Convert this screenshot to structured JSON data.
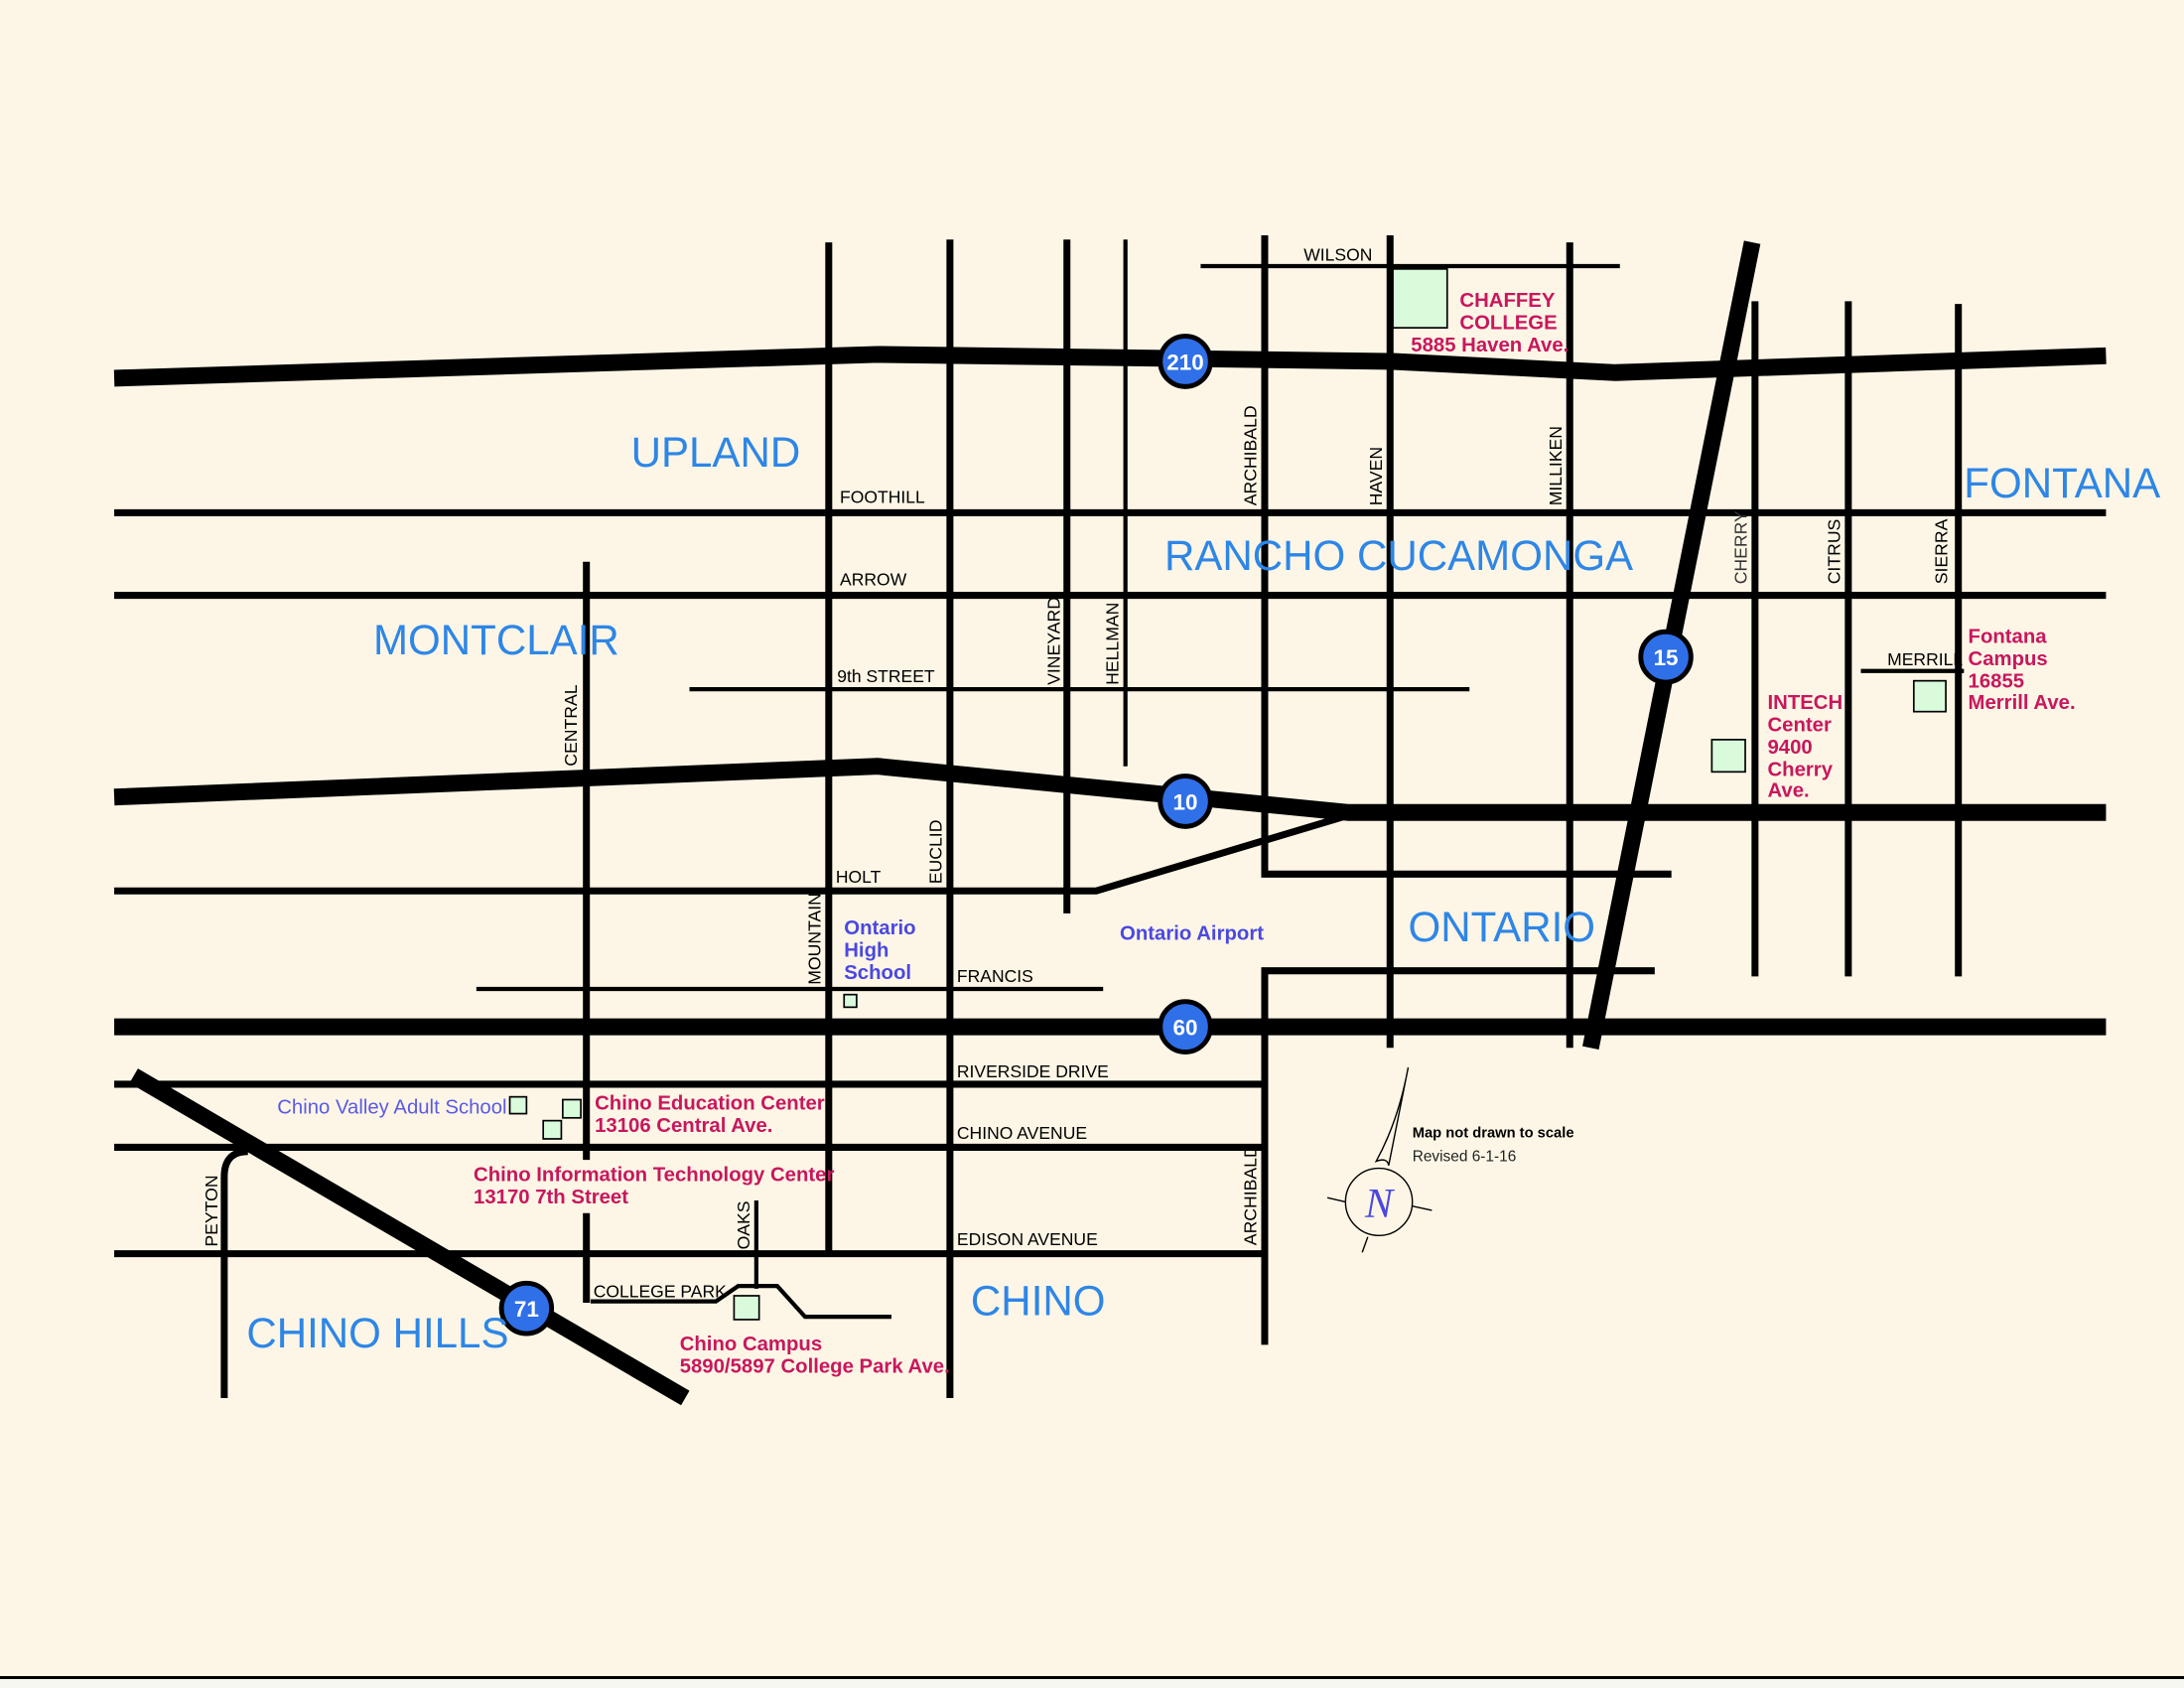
{
  "map": {
    "cities": {
      "upland": "UPLAND",
      "montclair": "MONTCLAIR",
      "rancho_cucamonga": "RANCHO CUCAMONGA",
      "fontana": "FONTANA",
      "ontario": "ONTARIO",
      "chino": "CHINO",
      "chino_hills": "CHINO HILLS"
    },
    "freeways": {
      "i210": "210",
      "i10": "10",
      "i15": "15",
      "sr60": "60",
      "sr71": "71"
    },
    "streets": {
      "wilson": "WILSON",
      "foothill": "FOOTHILL",
      "arrow": "ARROW",
      "ninth_street": "9th STREET",
      "holt": "HOLT",
      "francis": "FRANCIS",
      "riverside": "RIVERSIDE DRIVE",
      "chino_avenue": "CHINO AVENUE",
      "edison_avenue": "EDISON AVENUE",
      "college_park": "COLLEGE PARK",
      "merrill": "MERRILL",
      "central": "CENTRAL",
      "mountain": "MOUNTAIN",
      "euclid": "EUCLID",
      "vineyard": "VINEYARD",
      "hellman": "HELLMAN",
      "archibald": "ARCHIBALD",
      "archibald_south": "ARCHIBALD",
      "haven": "HAVEN",
      "milliken": "MILLIKEN",
      "cherry": "CHERRY",
      "citrus": "CITRUS",
      "sierra": "SIERRA",
      "peyton": "PEYTON",
      "oaks": "OAKS"
    },
    "campuses": {
      "chaffey": {
        "line1": "CHAFFEY",
        "line2": "COLLEGE",
        "line3": "5885 Haven Ave."
      },
      "fontana": {
        "line1": "Fontana",
        "line2": "Campus",
        "line3": "16855",
        "line4": "Merrill Ave."
      },
      "intech": {
        "line1": "INTECH",
        "line2": "Center",
        "line3": "9400",
        "line4": "Cherry",
        "line5": "Ave."
      },
      "chino_ed": {
        "line1": "Chino Education Center",
        "line2": "13106 Central Ave."
      },
      "chino_it": {
        "line1": "Chino Information Technology Center",
        "line2": "13170 7th Street"
      },
      "chino_campus": {
        "line1": "Chino Campus",
        "line2": "5890/5897 College Park Ave."
      }
    },
    "pois": {
      "ontario_hs": {
        "line1": "Ontario",
        "line2": "High",
        "line3": "School"
      },
      "ontario_airport": "Ontario Airport",
      "chino_valley_adult": "Chino Valley Adult School"
    },
    "legend": {
      "north": "N",
      "scale_note": "Map not drawn to scale",
      "revised": "Revised 6-1-16"
    },
    "colors": {
      "background": "#fdf6e6",
      "city_label": "#2e86e6",
      "campus_label": "#c8175d",
      "poi_label": "#4a48e0",
      "shield": "#2f6fe8",
      "building": "#d9fbdc"
    }
  }
}
